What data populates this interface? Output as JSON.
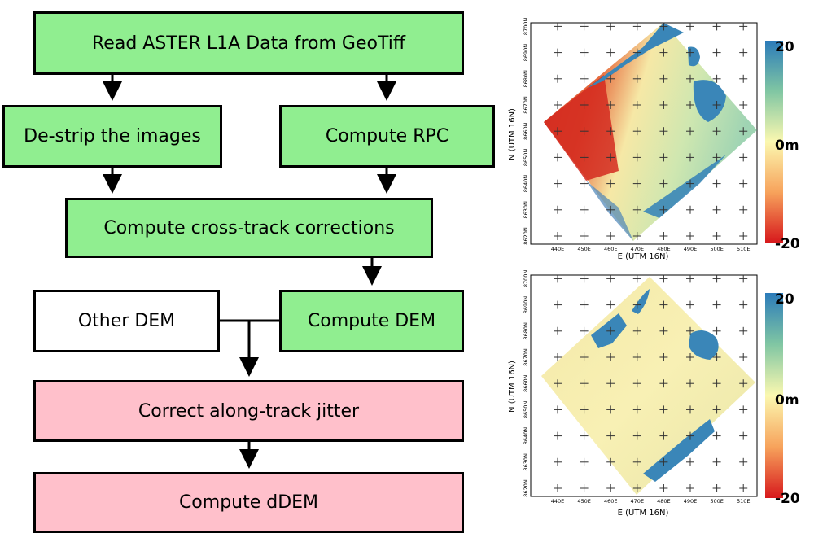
{
  "flowchart": {
    "read": "Read ASTER L1A Data from GeoTiff",
    "destrip": "De-strip the images",
    "rpc": "Compute RPC",
    "cross_track": "Compute cross-track corrections",
    "other_dem": "Other DEM",
    "compute_dem": "Compute DEM",
    "jitter": "Correct along-track jitter",
    "ddem": "Compute dDEM"
  },
  "colors": {
    "green_box": "#90ee90",
    "pink_box": "#ffc0cb",
    "water": "#3a86b8"
  },
  "maps": [
    {
      "xlabel": "E (UTM 16N)",
      "ylabel": "N (UTM 16N)",
      "x_ticks": [
        "440E",
        "450E",
        "460E",
        "470E",
        "480E",
        "490E",
        "500E",
        "510E"
      ],
      "y_ticks": [
        "8620N",
        "8630N",
        "8640N",
        "8650N",
        "8660N",
        "8670N",
        "8680N",
        "8690N",
        "8700N"
      ],
      "colorbar": {
        "max": "20",
        "mid": "0m",
        "min": "-20"
      }
    },
    {
      "xlabel": "E (UTM 16N)",
      "ylabel": "N (UTM 16N)",
      "x_ticks": [
        "440E",
        "450E",
        "460E",
        "470E",
        "480E",
        "490E",
        "500E",
        "510E"
      ],
      "y_ticks": [
        "8620N",
        "8630N",
        "8640N",
        "8650N",
        "8660N",
        "8670N",
        "8680N",
        "8690N",
        "8700N"
      ],
      "colorbar": {
        "max": "20",
        "mid": "0m",
        "min": "-20"
      }
    }
  ]
}
